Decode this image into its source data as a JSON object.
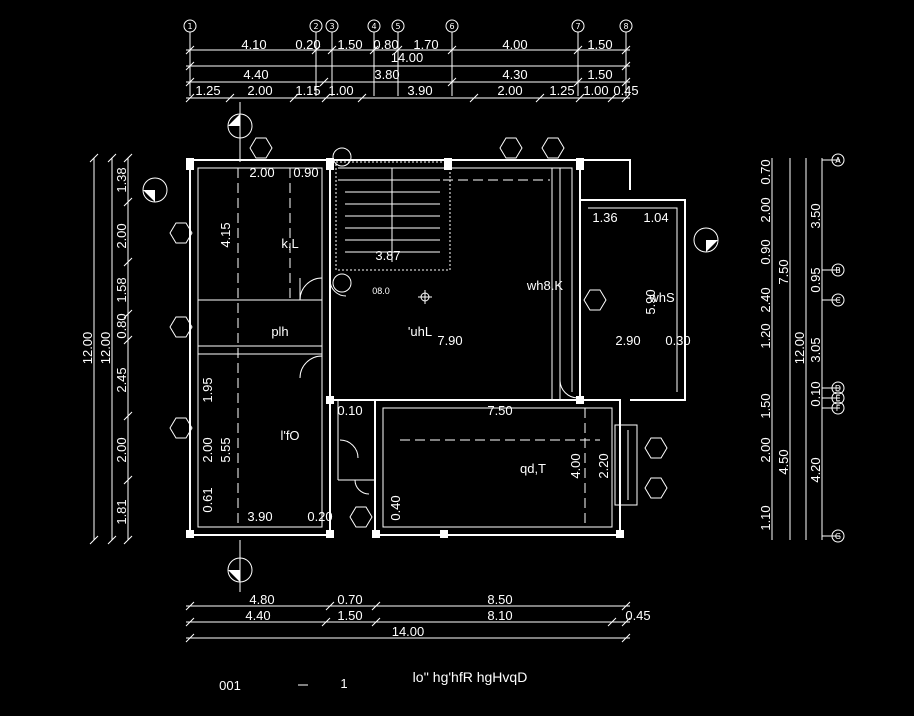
{
  "grid_bubbles_top": [
    "1",
    "2",
    "3",
    "4",
    "5",
    "6",
    "7",
    "8"
  ],
  "grid_bubbles_right": [
    "A",
    "B",
    "C",
    "D",
    "E",
    "F",
    "G"
  ],
  "top_dims": {
    "row1": [
      "4.10",
      "0.20",
      "1.50",
      "0.80",
      "1.70",
      "4.00",
      "1.50"
    ],
    "row1_total": "14.00",
    "row2": [
      "4.40",
      "3.80",
      "4.30",
      "1.50"
    ],
    "row3": [
      "1.25",
      "2.00",
      "1.15",
      "1.00",
      "3.90",
      "2.00",
      "1.25",
      "1.00",
      "0.45"
    ]
  },
  "bottom_dims": {
    "row1": [
      "4.80",
      "0.70",
      "8.50"
    ],
    "row2": [
      "4.40",
      "1.50",
      "8.10",
      "0.45"
    ],
    "total": "14.00"
  },
  "left_dims": {
    "outer": [
      "12.00",
      "12.00"
    ],
    "inner": [
      "1.38",
      "2.00",
      "1.58",
      "0.80",
      "2.45",
      "2.00",
      "1.81"
    ]
  },
  "right_dims": {
    "outer": [
      "12.00"
    ],
    "mid": [
      "3.50",
      "7.50",
      "4.50",
      "4.20"
    ],
    "inner": [
      "0.70",
      "2.00",
      "0.90",
      "0.95",
      "2.40",
      "1.20",
      "3.05",
      "0.10",
      "1.50",
      "2.00",
      "1.10"
    ]
  },
  "rooms": {
    "kitchen": "k,L",
    "hall": "'uhL",
    "bedroom": "l'fO",
    "living": "qd,T",
    "service": "whS",
    "bath": "plh"
  },
  "inner_dims": [
    "2.00",
    "0.90",
    "3.87",
    "7.90",
    "7.50",
    "2.90",
    "0.30",
    "1.36",
    "1.04",
    "4.15",
    "5.55",
    "3.90",
    "0.20",
    "5.90",
    "4.00",
    "2.20",
    "0.40",
    "1.95",
    "2.00",
    "0.61",
    "0.10",
    "08.0",
    "wh8.K"
  ],
  "scale": [
    "001",
    "1"
  ],
  "caption": "lo'' hg'hfR hgHvqD"
}
